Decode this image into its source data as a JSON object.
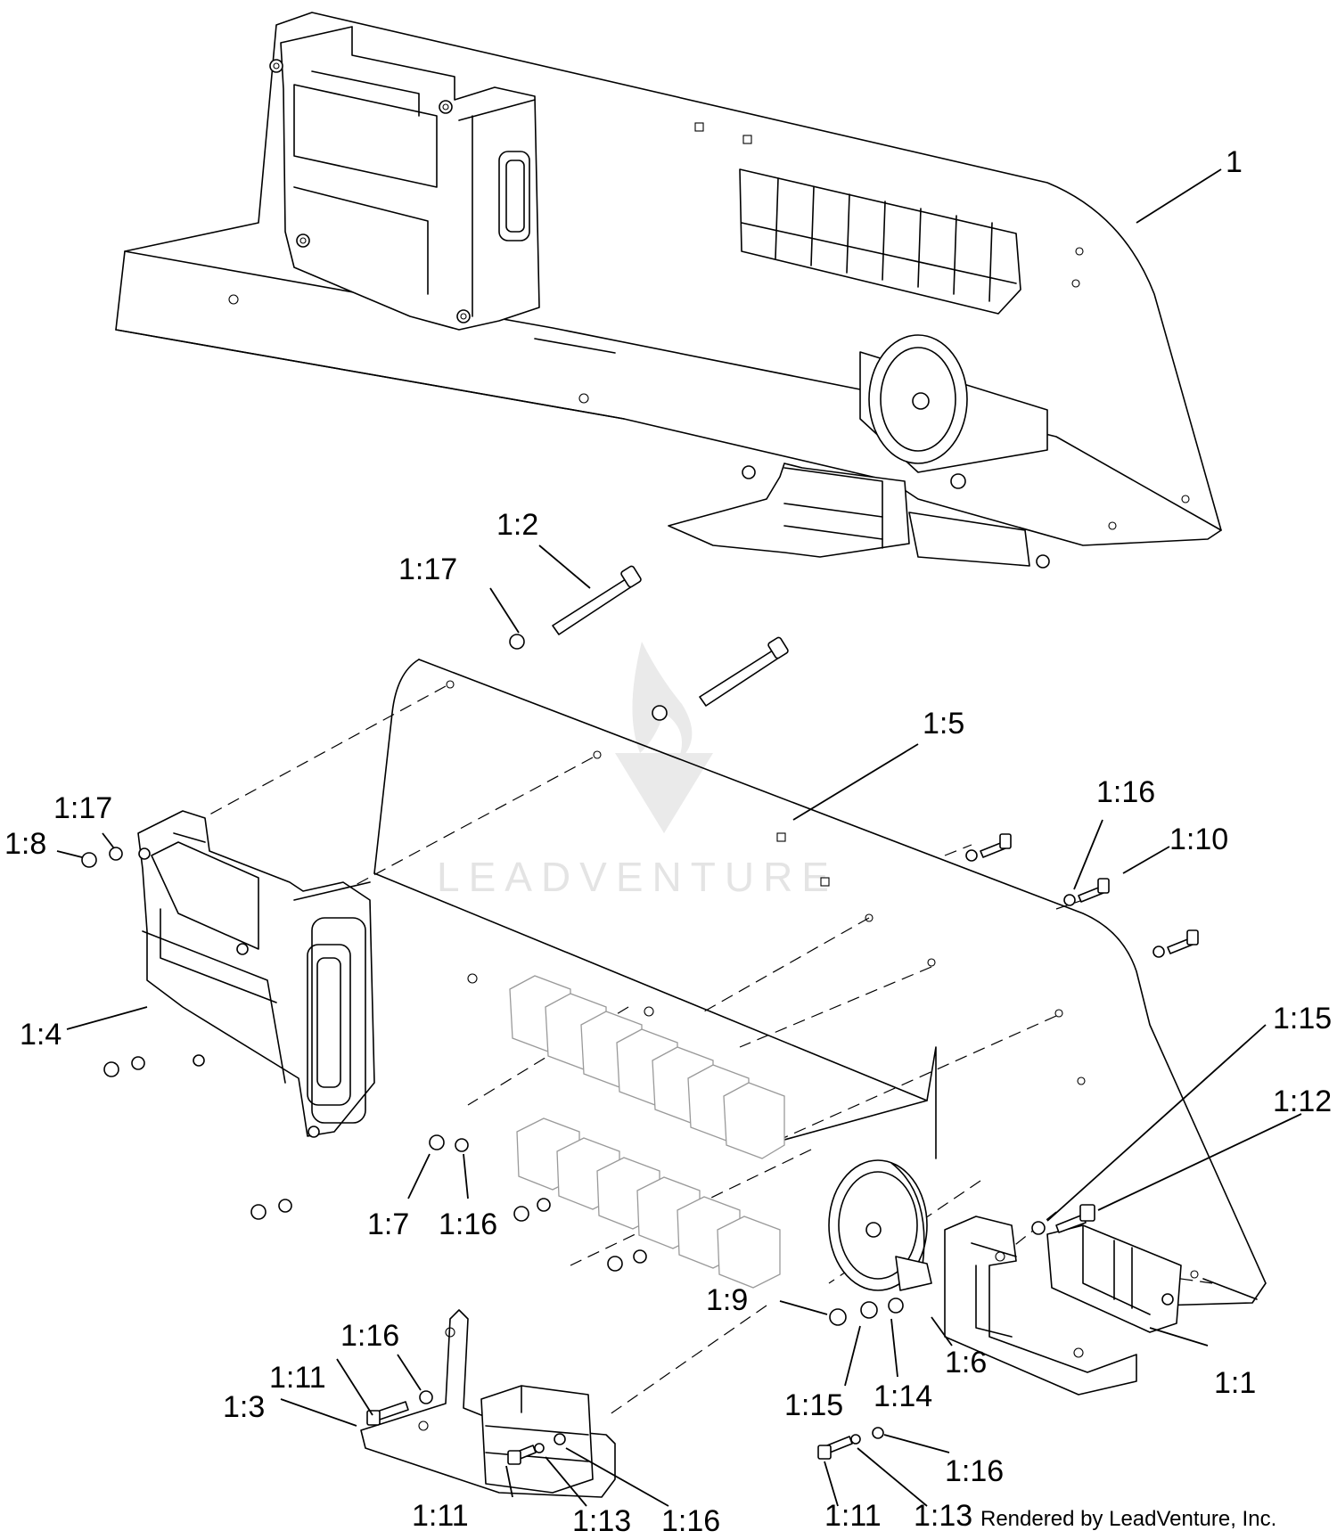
{
  "watermark": {
    "brand": "LEADVENTURE"
  },
  "credit": "Rendered by LeadVenture, Inc.",
  "callouts": {
    "c1": "1",
    "c1_2": "1:2",
    "c1_17a": "1:17",
    "c1_5": "1:5",
    "c1_17b": "1:17",
    "c1_8": "1:8",
    "c1_16a": "1:16",
    "c1_10": "1:10",
    "c1_4": "1:4",
    "c1_15a": "1:15",
    "c1_12": "1:12",
    "c1_7": "1:7",
    "c1_16b": "1:16",
    "c1_9": "1:9",
    "c1_16c": "1:16",
    "c1_11a": "1:11",
    "c1_3": "1:3",
    "c1_6": "1:6",
    "c1_14": "1:14",
    "c1_1": "1:1",
    "c1_15b": "1:15",
    "c1_16d": "1:16",
    "c1_11b": "1:11",
    "c1_13a": "1:13",
    "c1_16e": "1:16",
    "c1_11c": "1:11",
    "c1_13b": "1:13"
  },
  "colors": {
    "line": "#000000",
    "ghost": "#9a9a9a",
    "watermark": "#cfcfcf"
  }
}
